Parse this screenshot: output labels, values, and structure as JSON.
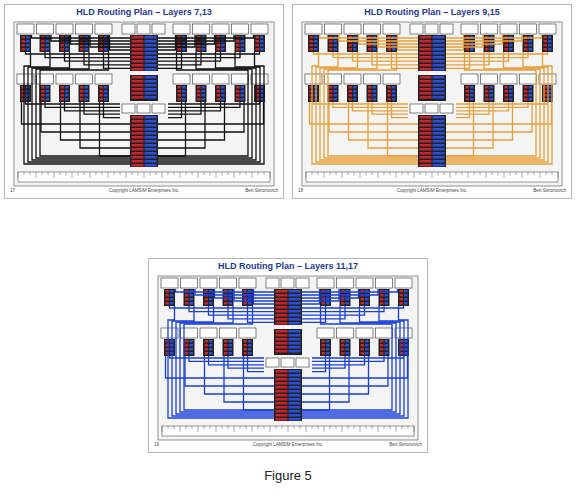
{
  "diagram": {
    "caption": "Figure 5",
    "nodes": [
      {
        "text": [
          "HLD Routing Plan – Layers 7,13"
        ]
      },
      {
        "text": [
          "HLD Routing Plan – Layers 9,15"
        ]
      },
      {
        "text": [
          "HLD Routing Plan – Layers 11,17"
        ]
      }
    ],
    "labels": [
      "17",
      "Copyright LAMSIM Enterprises Inc.",
      "Bert Simonovich",
      "18",
      "Copyright LAMSIM Enterprises Inc.",
      "Bert Simonovich",
      "19",
      "Copyright LAMSIM Enterprises Inc.",
      "Bert Simonovich"
    ]
  }
}
